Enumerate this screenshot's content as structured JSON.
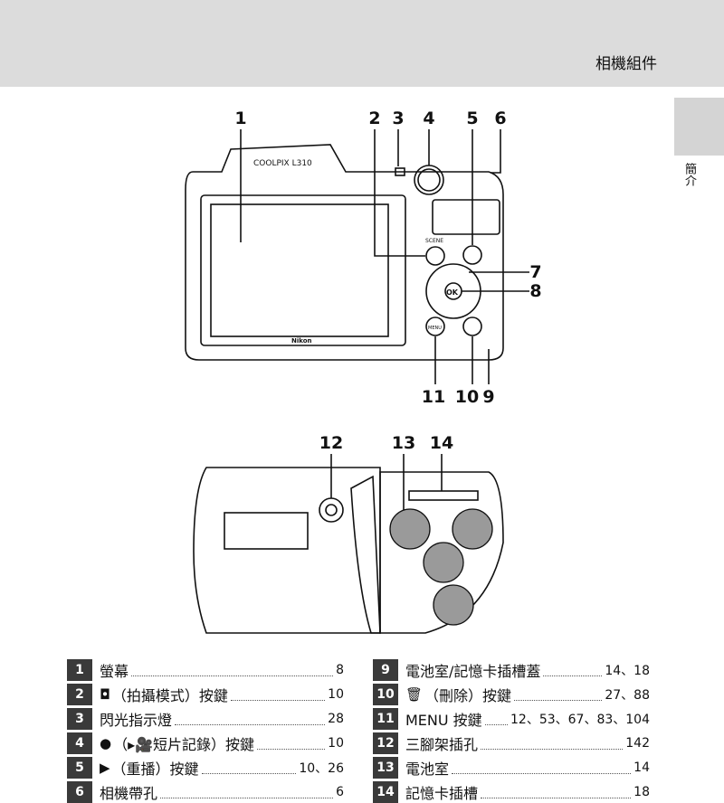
{
  "header": {
    "title": "相機組件"
  },
  "side_tab": {
    "label": "簡介"
  },
  "camera": {
    "brand": "COOLPIX L310",
    "logo": "Nikon",
    "scene_label": "SCENE",
    "ok_label": "OK",
    "menu_label": "MENU"
  },
  "callouts": [
    "1",
    "2",
    "3",
    "4",
    "5",
    "6",
    "7",
    "8",
    "9",
    "10",
    "11",
    "12",
    "13",
    "14"
  ],
  "parts": [
    {
      "num": "1",
      "icon": "",
      "label": "螢幕",
      "pages": "8"
    },
    {
      "num": "2",
      "icon": "camera-icon",
      "glyph": "◘",
      "label": "（拍攝模式）按鍵",
      "pages": "10"
    },
    {
      "num": "3",
      "icon": "",
      "label": "閃光指示燈",
      "pages": "28"
    },
    {
      "num": "4",
      "icon": "record-icon",
      "glyph": "●",
      "label": "（▸🎥短片記錄）按鍵",
      "pages": "10"
    },
    {
      "num": "5",
      "icon": "play-icon",
      "glyph": "▶",
      "label": "（重播）按鍵",
      "pages": "10、26"
    },
    {
      "num": "6",
      "icon": "",
      "label": "相機帶孔",
      "pages": "6"
    },
    {
      "num": "9",
      "icon": "",
      "label": "電池室/記憶卡插槽蓋",
      "pages": "14、18"
    },
    {
      "num": "10",
      "icon": "trash-icon",
      "glyph": "🗑",
      "label": "（刪除）按鍵",
      "pages": "27、88"
    },
    {
      "num": "11",
      "icon": "",
      "label": "MENU 按鍵",
      "pages": "12、53、67、83、104"
    },
    {
      "num": "12",
      "icon": "",
      "label": "三腳架插孔",
      "pages": "142"
    },
    {
      "num": "13",
      "icon": "",
      "label": "電池室",
      "pages": "14"
    },
    {
      "num": "14",
      "icon": "",
      "label": "記憶卡插槽",
      "pages": "18"
    }
  ]
}
